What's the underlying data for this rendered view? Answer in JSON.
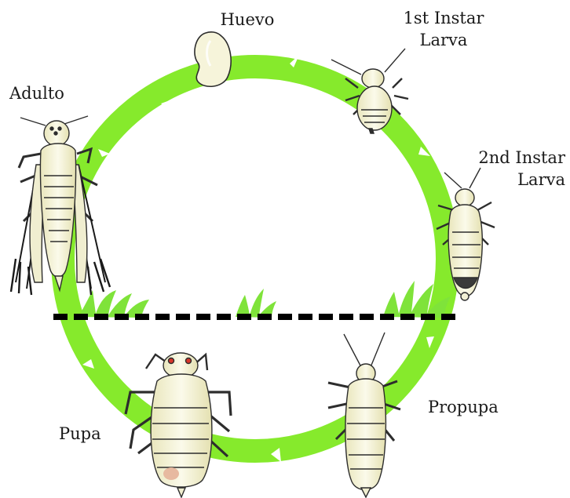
{
  "labels": {
    "egg": "Huevo",
    "first_instar_line1": "1st Instar",
    "first_instar_line2": "Larva",
    "second_instar_line1": "2nd Instar",
    "second_instar_line2": "Larva",
    "adult": "Adulto",
    "propupa": "Propupa",
    "pupa": "Pupa"
  },
  "colors": {
    "cycle_ring": "#86ea2c",
    "insect_body": "#f7f5d8",
    "insect_outline": "#2d2d2d",
    "grass": "#7fe33a",
    "divider": "#000000",
    "eye_red": "#d7362a"
  }
}
